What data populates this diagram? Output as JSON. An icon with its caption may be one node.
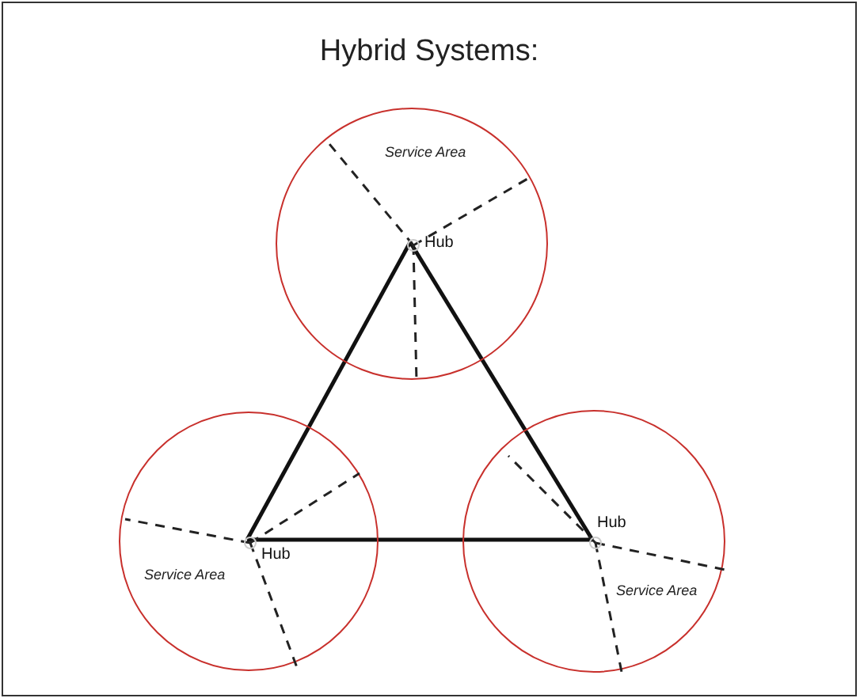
{
  "diagram": {
    "title": "Hybrid Systems:",
    "nodes": [
      {
        "text": [
          "Service Area"
        ]
      },
      {
        "text": [
          "Hub"
        ],
        "in": 0
      },
      {
        "text": [
          "Service Area"
        ]
      },
      {
        "text": [
          "Hub"
        ],
        "in": 2
      },
      {
        "text": [
          "Service Area"
        ]
      },
      {
        "text": [
          "Hub"
        ],
        "in": 4
      }
    ],
    "edges": [
      {
        "from": 1,
        "to": 3,
        "arrow": "none"
      },
      {
        "from": 1,
        "to": 5,
        "arrow": "none"
      },
      {
        "from": 3,
        "to": 5,
        "arrow": "none"
      }
    ]
  }
}
